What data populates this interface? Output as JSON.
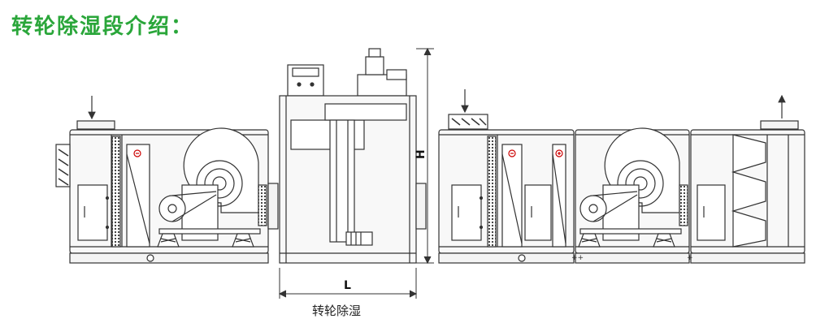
{
  "title": "转轮除湿段介绍：",
  "caption": "转轮除湿",
  "dimensions": {
    "height_label": "H",
    "length_label": "L"
  },
  "colors": {
    "title": "#2aa63a",
    "line": "#333333",
    "fill": "#f4f4f4"
  },
  "icons": [
    "arrow-down-icon",
    "arrow-up-icon",
    "fan-icon",
    "motor-icon",
    "minus-sign-icon",
    "plus-sign-icon"
  ]
}
